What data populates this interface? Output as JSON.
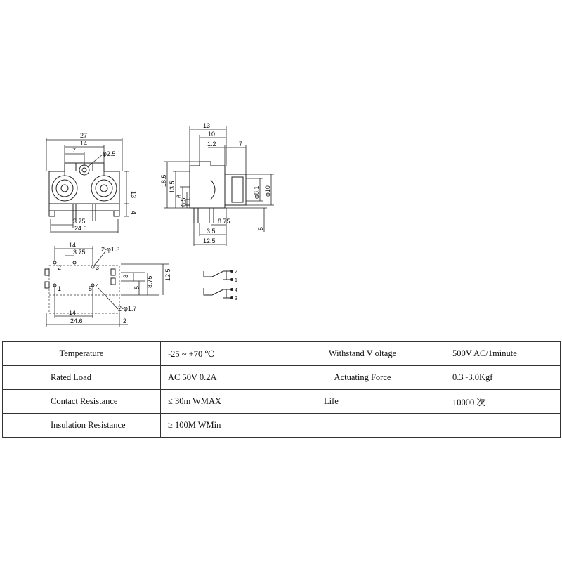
{
  "drawing": {
    "front_view": {
      "dims": [
        "27",
        "14",
        "7",
        "φ2.5",
        "13",
        "4",
        "3.75",
        "24.6"
      ]
    },
    "side_view": {
      "dims": [
        "13",
        "10",
        "1.2",
        "7",
        "18.5",
        "13.5",
        "6",
        "6.5",
        "φ8.1",
        "φ10",
        "5",
        "8.75",
        "3.5",
        "12.5"
      ]
    },
    "footprint": {
      "dims": [
        "14",
        "3.75",
        "2-φ1.3",
        "3",
        "5",
        "8.75",
        "12.5",
        "14",
        "24.6",
        "2",
        "2-φ1.7"
      ],
      "pins": [
        "2",
        "1",
        "3",
        "5",
        "4"
      ]
    },
    "schematic": {
      "pins": [
        "2",
        "1",
        "4",
        "3"
      ]
    }
  },
  "spec_table": {
    "rows": [
      {
        "label1": "Temperature",
        "value1": "-25 ~ +70 ℃",
        "label2": "Withstand V oltage",
        "value2": "500V AC/1minute"
      },
      {
        "label1": "Rated Load",
        "value1": "AC 50V 0.2A",
        "label2": "Actuating Force",
        "value2": "0.3~3.0Kgf"
      },
      {
        "label1": "Contact Resistance",
        "value1": "≤ 30m WMAX",
        "label2": "Life",
        "value2": "10000 次"
      },
      {
        "label1": "Insulation Resistance",
        "value1": "≥ 100M WMin",
        "label2": "",
        "value2": ""
      }
    ]
  }
}
